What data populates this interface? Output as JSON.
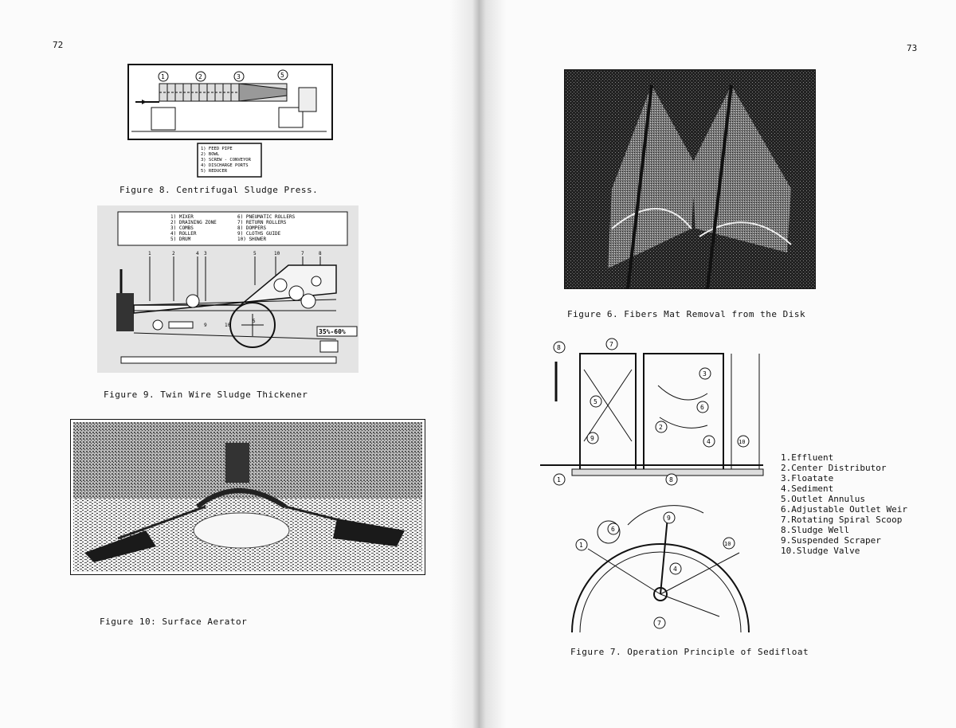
{
  "left_page": {
    "page_number": "72",
    "figure8": {
      "caption": "Figure 8. Centrifugal Sludge Press.",
      "callouts": [
        "1",
        "2",
        "3",
        "5"
      ],
      "legend": [
        "1) FEED PIPE",
        "2) BOWL",
        "3) SCREW - CONVEYOR",
        "4) DISCHARGE PORTS",
        "5) REDUCER"
      ]
    },
    "figure9": {
      "caption": "Figure 9. Twin Wire Sludge Thickener",
      "legend_left": [
        "1) MIXER",
        "2) DRAINING ZONE",
        "3) COMBS",
        "4) ROLLER",
        "5) DRUM"
      ],
      "legend_right": [
        "6) PNEUMATIC ROLLERS",
        "7) RETURN ROLLERS",
        "8) DOMPERS",
        "9) CLOTHS GUIDE",
        "10) SHOWER"
      ],
      "callouts": [
        "1",
        "2",
        "4",
        "3",
        "5",
        "10",
        "7",
        "8",
        "9",
        "5",
        "10"
      ],
      "solids_label": "35%-60%"
    },
    "figure10": {
      "caption": "Figure 10: Surface Aerator"
    }
  },
  "right_page": {
    "page_number": "73",
    "figure6": {
      "caption": "Figure 6. Fibers Mat Removal from the Disk"
    },
    "figure7": {
      "caption": "Figure 7. Operation Principle of Sedifloat",
      "legend": [
        "1.Effluent",
        "2.Center Distributor",
        "3.Floatate",
        "4.Sediment",
        "5.Outlet Annulus",
        "6.Adjustable Outlet Weir",
        "7.Rotating Spiral Scoop",
        "8.Sludge Well",
        "9.Suspended Scraper",
        "10.Sludge Valve"
      ],
      "callouts_section": [
        "8",
        "7",
        "3",
        "6",
        "5",
        "9",
        "2",
        "4",
        "10",
        "1",
        "8"
      ],
      "callouts_plan": [
        "6",
        "9",
        "10",
        "1",
        "4",
        "7"
      ]
    }
  }
}
